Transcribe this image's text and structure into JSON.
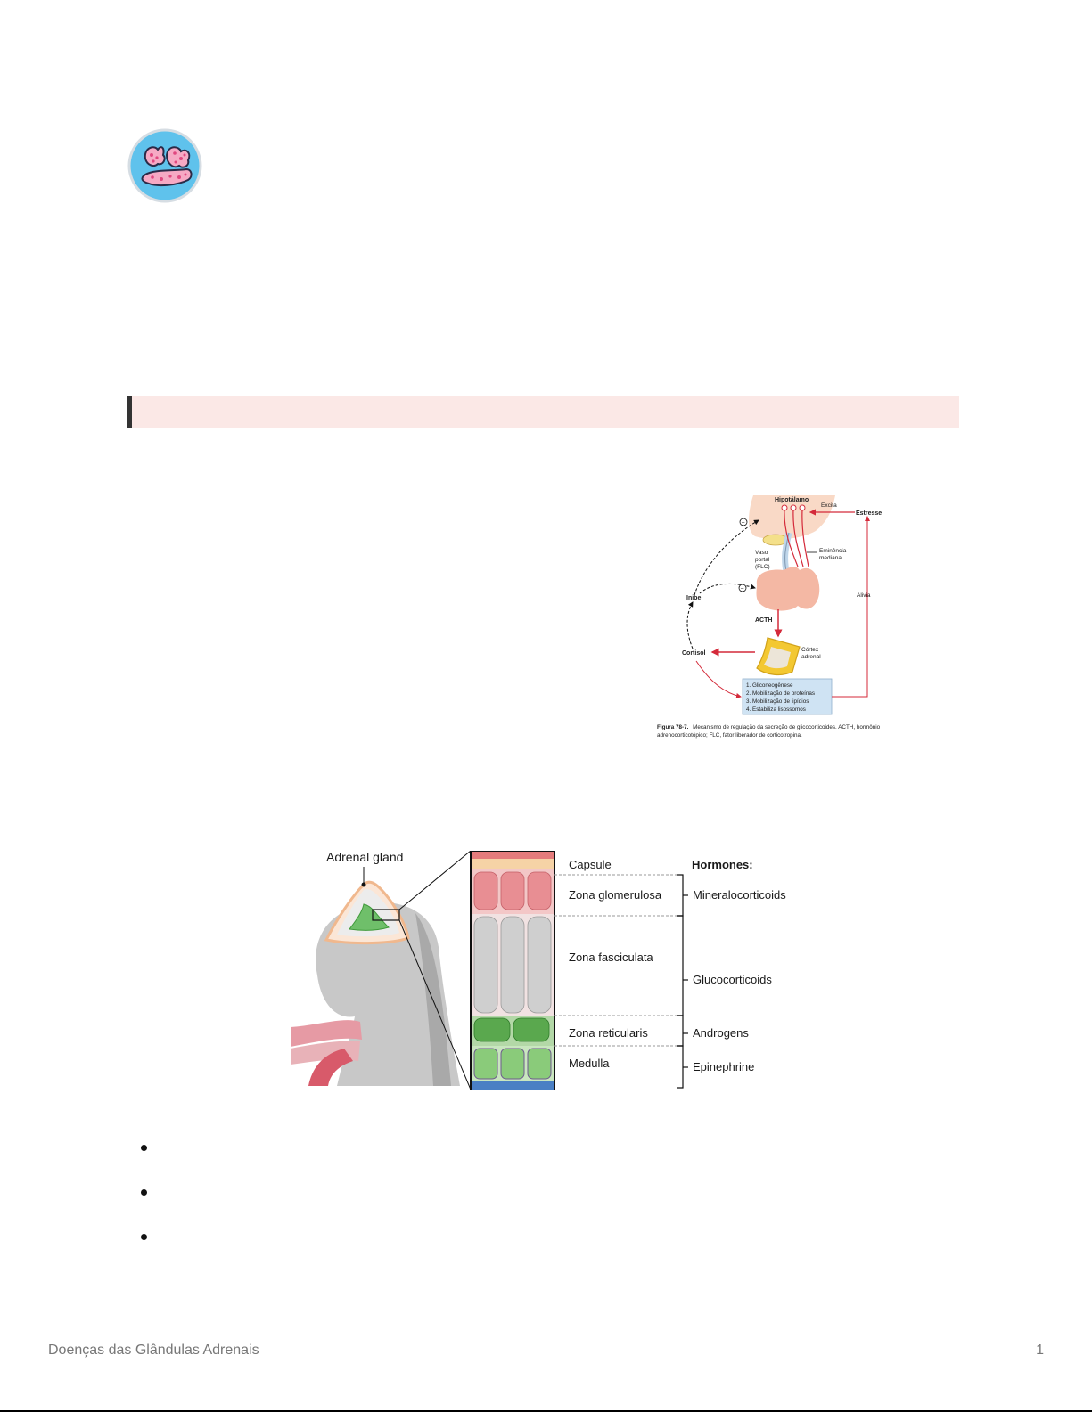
{
  "figure_hpa": {
    "hipotalamo": "Hipotálamo",
    "excita": "Excita",
    "estresse": "Estresse",
    "vaso_portal": [
      "Vaso",
      "portal",
      "(FLC)"
    ],
    "eminencia": [
      "Eminência",
      "mediana"
    ],
    "inibe": "Inibe",
    "alivia": "Alivia",
    "acth": "ACTH",
    "cortisol": "Cortisol",
    "cortex": [
      "Córtex",
      "adrenal"
    ],
    "minus": "−",
    "effects": [
      "1. Gliconeogênese",
      "2. Mobilização de proteínas",
      "3. Mobilização de lipídios",
      "4. Estabiliza lisossomos"
    ],
    "caption_bold": "Figura 78-7.",
    "caption_line1": "Mecanismo de regulação da secreção de glicocorticoides. ACTH, hormônio",
    "caption_line2": "adrenocorticotópico; FLC, fator liberador de corticotropina."
  },
  "figure_adrenal": {
    "gland_label": "Adrenal gland",
    "hormones_header": "Hormones:",
    "zones": [
      "Capsule",
      "Zona glomerulosa",
      "Zona fasciculata",
      "Zona reticularis",
      "Medulla"
    ],
    "hormones": [
      "Mineralocorticoids",
      "Glucocorticoids",
      "Androgens",
      "Epinephrine"
    ]
  },
  "bullets": [
    "",
    "",
    ""
  ],
  "footer": {
    "title": "Doenças das Glândulas Adrenais",
    "page_number": "1"
  }
}
